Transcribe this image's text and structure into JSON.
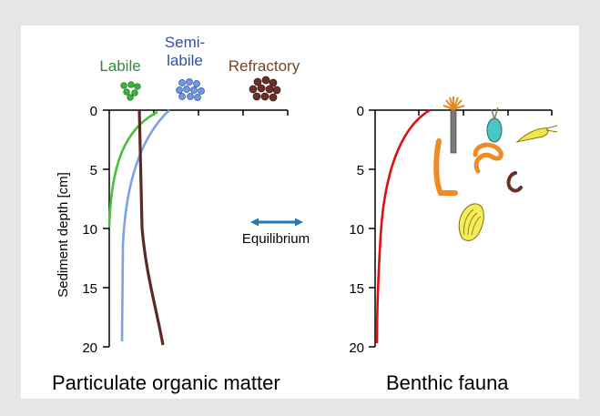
{
  "left_panel": {
    "ylabel": "Sediment depth [cm]",
    "yticks": [
      "0",
      "5",
      "10",
      "15",
      "20"
    ],
    "caption": "Particulate organic matter",
    "categories": [
      {
        "label_lines": [
          "Labile"
        ],
        "color": "#2e8b3a",
        "curve_color": "#44c23a"
      },
      {
        "label_lines": [
          "Semi-",
          "labile"
        ],
        "color": "#2f4fb0",
        "curve_color": "#7ea2e8"
      },
      {
        "label_lines": [
          "Refractory"
        ],
        "color": "#7a4420",
        "curve_color": "#5b2a26"
      }
    ],
    "equilibrium_label": "Equilibrium",
    "equilibrium_color": "#1f78b4"
  },
  "right_panel": {
    "yticks": [
      "0",
      "5",
      "10",
      "15",
      "20"
    ],
    "caption": "Benthic fauna",
    "curve_color": "#e01010",
    "fauna_icons": [
      "polychaete-tube-worm-icon",
      "bivalve-icon",
      "shrimp-icon",
      "burrow-worm-icon",
      "earthworm-icon",
      "small-worm-icon",
      "clam-icon"
    ]
  },
  "colors": {
    "background": "#e6e6e6",
    "panel": "#ffffff",
    "axis": "#000000"
  }
}
